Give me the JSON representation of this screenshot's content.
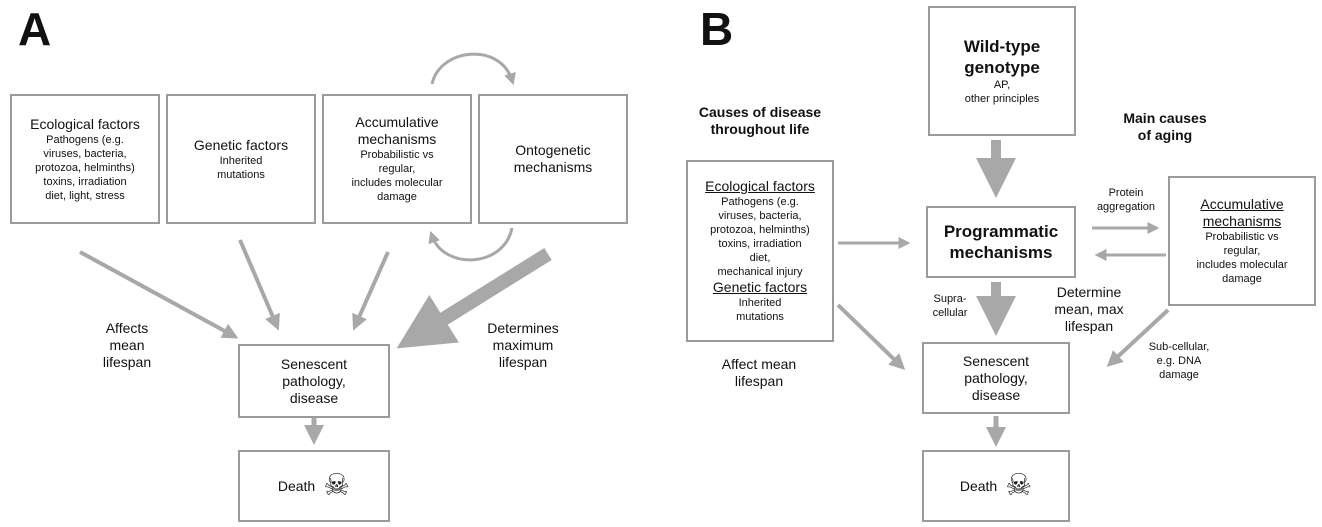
{
  "panel_a": {
    "letter": "A",
    "ecological": {
      "title": "Ecological factors",
      "lines": [
        "Pathogens (e.g.",
        "viruses, bacteria,",
        "protozoa, helminths)",
        "toxins, irradiation",
        "diet, light, stress"
      ]
    },
    "genetic": {
      "title": "Genetic factors",
      "lines": [
        "Inherited",
        "mutations"
      ]
    },
    "accumulative": {
      "title_lines": [
        "Accumulative",
        "mechanisms"
      ],
      "lines": [
        "Probabilistic vs",
        "regular,",
        "includes molecular",
        "damage"
      ]
    },
    "ontogenetic": {
      "title_lines": [
        "Ontogenetic",
        "mechanisms"
      ]
    },
    "affects_label": [
      "Affects",
      "mean",
      "lifespan"
    ],
    "determines_label": [
      "Determines",
      "maximum",
      "lifespan"
    ],
    "senescent": [
      "Senescent",
      "pathology,",
      "disease"
    ],
    "death": "Death"
  },
  "panel_b": {
    "letter": "B",
    "wildtype": {
      "title_lines": [
        "Wild-type",
        "genotype"
      ],
      "lines": [
        "AP,",
        "other principles"
      ]
    },
    "causes_disease": [
      "Causes of disease",
      "throughout life"
    ],
    "main_causes": [
      "Main causes",
      "of aging"
    ],
    "left_box": {
      "eco_title": "Ecological factors",
      "eco_lines": [
        "Pathogens (e.g.",
        "viruses, bacteria,",
        "protozoa, helminths)",
        "toxins, irradiation",
        "diet,",
        "mechanical injury"
      ],
      "gen_title": "Genetic factors",
      "gen_lines": [
        "Inherited",
        "mutations"
      ]
    },
    "programmatic": [
      "Programmatic",
      "mechanisms"
    ],
    "protein_aggregation": [
      "Protein",
      "aggregation"
    ],
    "accumulative": {
      "title_lines": [
        "Accumulative",
        "mechanisms"
      ],
      "lines": [
        "Probabilistic vs",
        "regular,",
        "includes molecular",
        "damage"
      ]
    },
    "supracellular": [
      "Supra-",
      "cellular"
    ],
    "determine_label": [
      "Determine",
      "mean, max",
      "lifespan"
    ],
    "affect_mean": [
      "Affect mean",
      "lifespan"
    ],
    "subcellular": [
      "Sub-cellular,",
      "e.g. DNA",
      "damage"
    ],
    "senescent": [
      "Senescent",
      "pathology,",
      "disease"
    ],
    "death": "Death"
  },
  "colors": {
    "arrow": "#a8a8a8",
    "border": "#9a9a9a"
  },
  "icons": [
    "skull-crossbones-icon"
  ]
}
